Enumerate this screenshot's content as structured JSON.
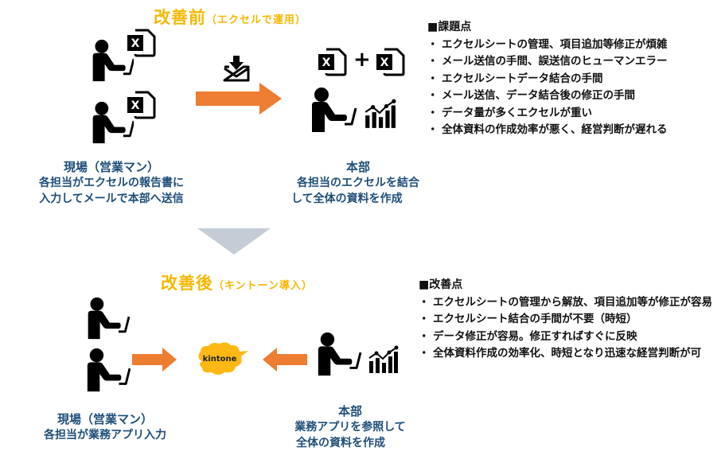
{
  "before": {
    "title": "改善前",
    "subtitle": "（エクセルで運用）",
    "field": {
      "heading": "現場（営業マン）",
      "lines": [
        "各担当がエクセルの報告書に",
        "入力してメールで本部へ送信"
      ]
    },
    "hq": {
      "heading": "本部",
      "lines": [
        "各担当のエクセルを結合",
        "して全体の資料を作成"
      ]
    },
    "issues": {
      "heading": "■課題点",
      "items": [
        "エクセルシートの管理、項目追加等修正が煩雑",
        "メール送信の手間、誤送信のヒューマンエラー",
        "エクセルシートデータ結合の手間",
        "メール送信、データ結合後の修正の手間",
        "データ量が多くエクセルが重い",
        "全体資料の作成効率が悪く、経営判断が遅れる"
      ]
    },
    "plus": "+"
  },
  "after": {
    "title": "改善後",
    "subtitle": "（キントーン導入）",
    "kintone_label": "kintone",
    "field": {
      "heading": "現場（営業マン）",
      "lines": [
        "各担当が業務アプリ入力"
      ]
    },
    "hq": {
      "heading": "本部",
      "lines": [
        "業務アプリを参照して",
        "全体の資料を作成"
      ]
    },
    "improvements": {
      "heading": "■改善点",
      "items": [
        "エクセルシートの管理から解放、項目追加等が修正が容易",
        "エクセルシート結合の手間が不要（時短）",
        "データ修正が容易。修正すればすぐに反映",
        "全体資料作成の効率化、時短となり迅速な経営判断が可"
      ]
    }
  },
  "colors": {
    "title": "#F5B800",
    "label_blue": "#1F4E79",
    "arrow_orange": "#ED7D31",
    "down_arrow_gray": "#C4CDD6",
    "kintone_yellow": "#FDB813"
  },
  "icons": [
    "person-at-laptop-icon",
    "excel-file-icon",
    "mail-download-icon",
    "chart-icon",
    "kintone-cloud-logo",
    "arrow-right-icon",
    "arrow-left-icon",
    "arrow-down-icon"
  ]
}
